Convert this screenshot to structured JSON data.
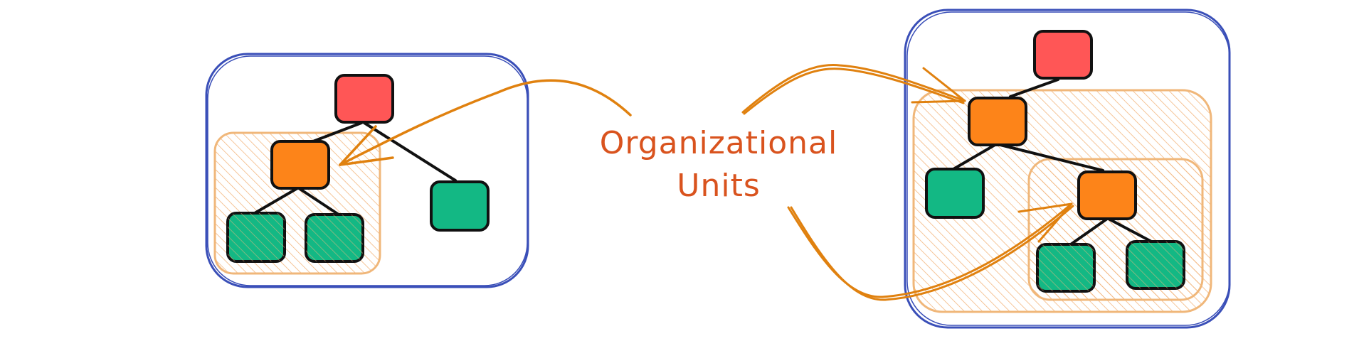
{
  "diagram": {
    "title_lines": [
      "Organizational",
      "Units"
    ],
    "colors": {
      "background": "#ffffff",
      "container_border": "#3a4fb8",
      "ou_border": "#f0b77a",
      "ou_hatch": "#f3b780",
      "arrow": "#e0810f",
      "label": "#d9531e",
      "root_node": "#ff5656",
      "ou_node": "#fd8419",
      "account_node": "#13b884",
      "node_stroke": "#111111",
      "edge": "#111111"
    },
    "left_tree": {
      "container": "organization-left",
      "root": {
        "type": "root",
        "color": "red"
      },
      "children": [
        {
          "type": "organizational-unit",
          "color": "orange",
          "highlighted": true,
          "children": [
            {
              "type": "account",
              "color": "green"
            },
            {
              "type": "account",
              "color": "green"
            }
          ]
        },
        {
          "type": "account",
          "color": "green"
        }
      ]
    },
    "right_tree": {
      "container": "organization-right",
      "root": {
        "type": "root",
        "color": "red"
      },
      "children": [
        {
          "type": "organizational-unit",
          "color": "orange",
          "highlighted": true,
          "children": [
            {
              "type": "account",
              "color": "green"
            },
            {
              "type": "organizational-unit",
              "color": "orange",
              "highlighted": true,
              "children": [
                {
                  "type": "account",
                  "color": "green"
                },
                {
                  "type": "account",
                  "color": "green"
                }
              ]
            }
          ]
        }
      ]
    },
    "arrows": [
      {
        "from": "label",
        "to": "left-ou"
      },
      {
        "from": "label",
        "to": "right-ou-outer"
      },
      {
        "from": "label",
        "to": "right-ou-nested"
      }
    ]
  }
}
